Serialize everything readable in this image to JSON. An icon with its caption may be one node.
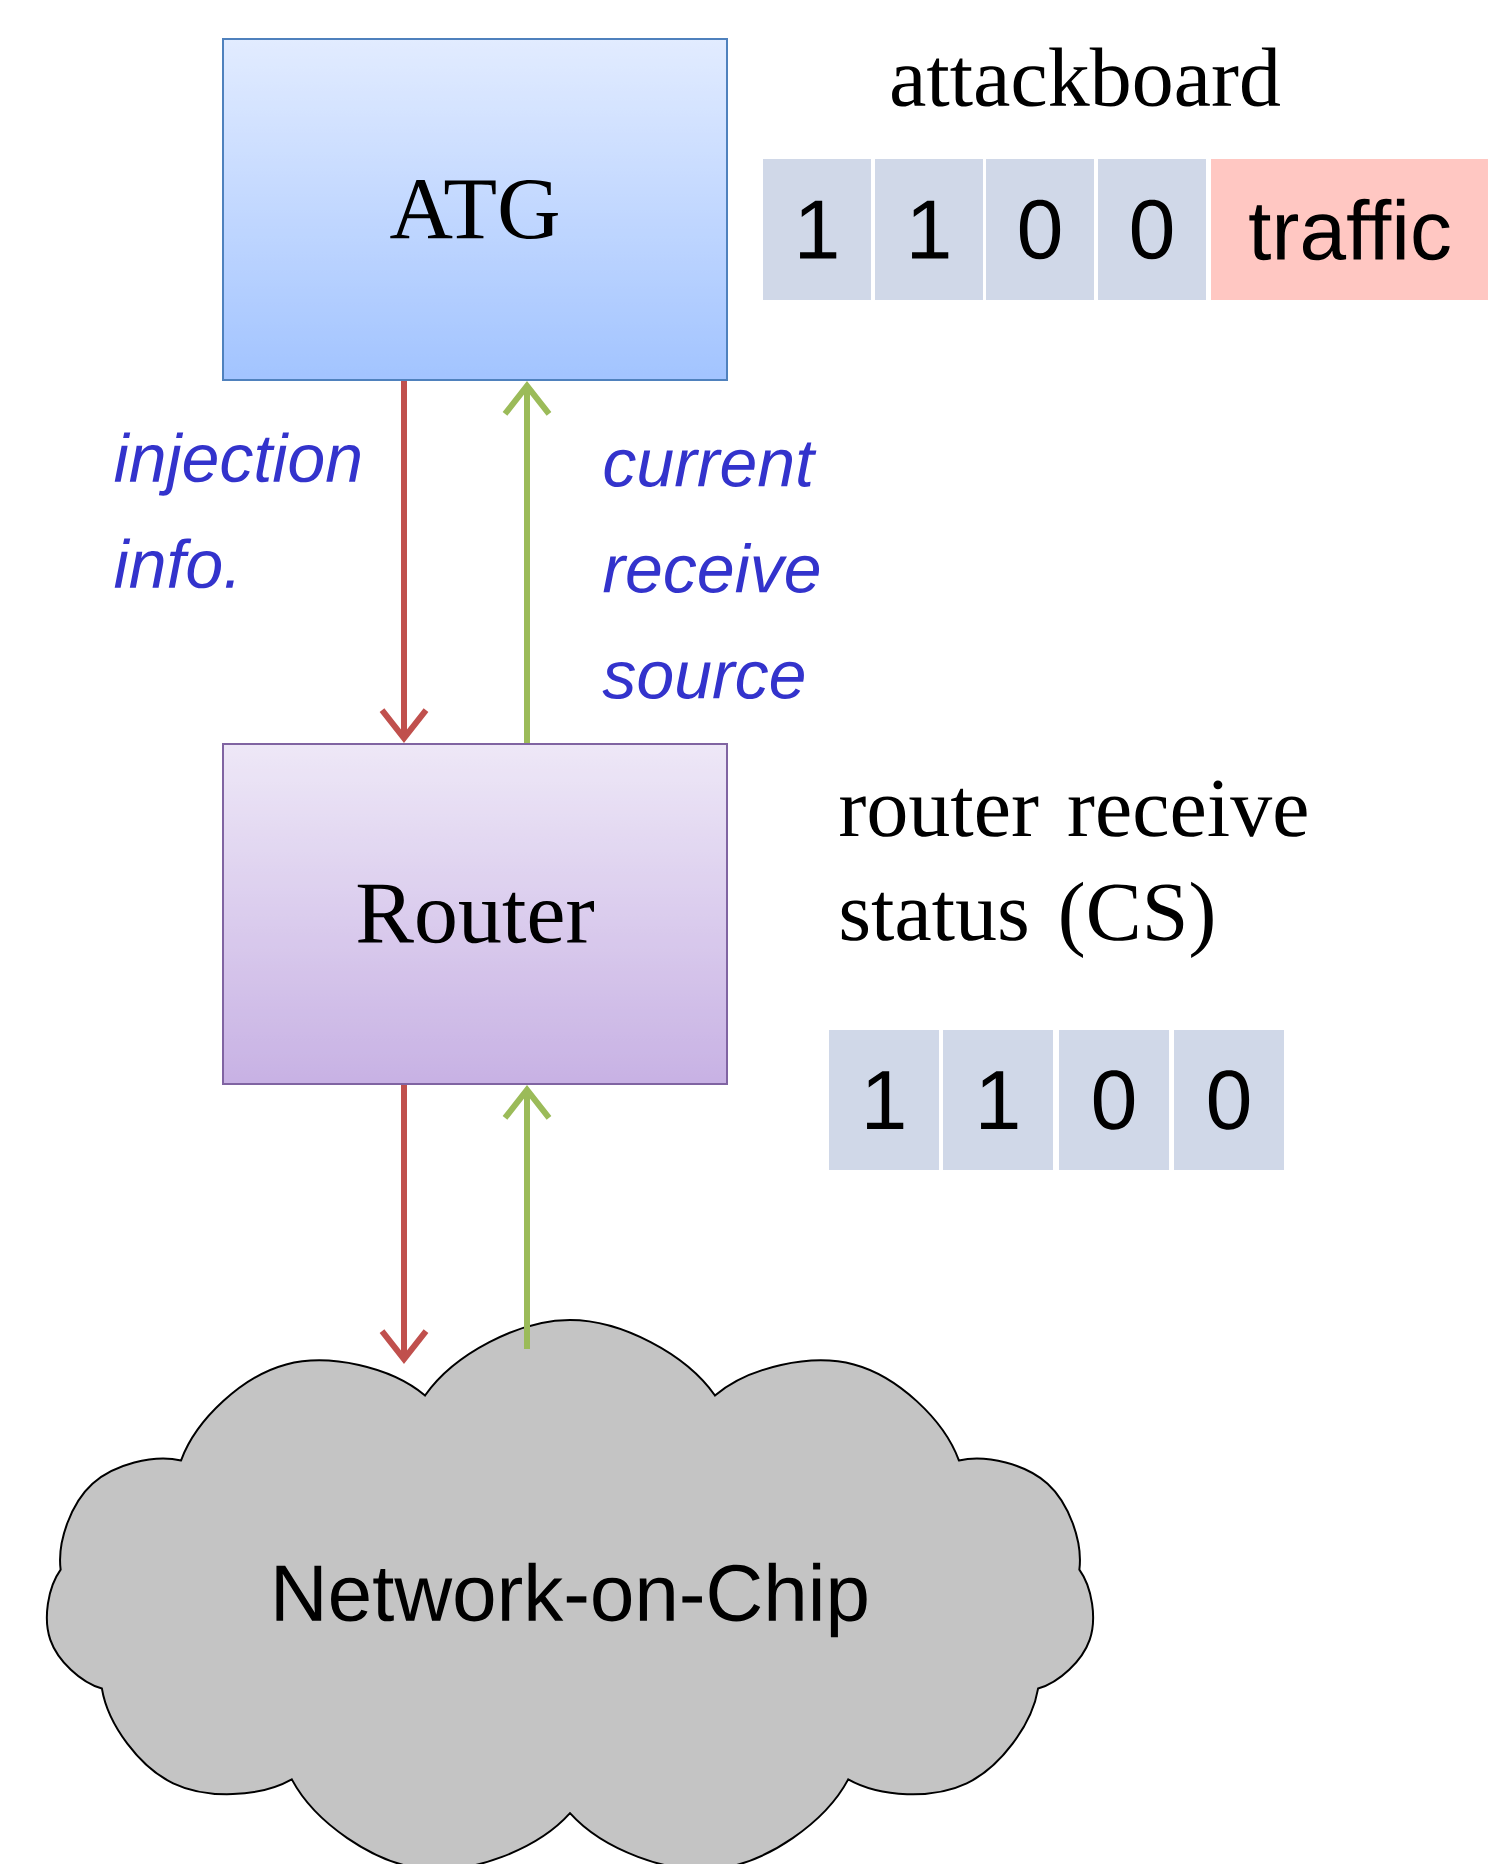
{
  "diagram": {
    "nodes": [
      {
        "text": [
          "ATG"
        ]
      },
      {
        "text": [
          "Router"
        ]
      },
      {
        "text": [
          "Network-on-Chip"
        ]
      },
      {
        "text": [
          "1"
        ]
      },
      {
        "text": [
          "1"
        ]
      },
      {
        "text": [
          "0"
        ]
      },
      {
        "text": [
          "0"
        ]
      },
      {
        "text": [
          "traffic"
        ]
      },
      {
        "text": [
          "1"
        ]
      },
      {
        "text": [
          "1"
        ]
      },
      {
        "text": [
          "0"
        ]
      },
      {
        "text": [
          "0"
        ]
      }
    ],
    "edges": [
      {
        "from": 0,
        "to": 1,
        "arrow": "to",
        "label": "injection info.",
        "color": "#c0504d"
      },
      {
        "from": 1,
        "to": 0,
        "arrow": "to",
        "label": "current receive source",
        "color": "#9bbb59"
      },
      {
        "from": 1,
        "to": 2,
        "arrow": "to",
        "color": "#c0504d"
      },
      {
        "from": 2,
        "to": 1,
        "arrow": "to",
        "color": "#9bbb59"
      }
    ],
    "labels": [
      "attackboard",
      "router receive status (CS)"
    ]
  }
}
